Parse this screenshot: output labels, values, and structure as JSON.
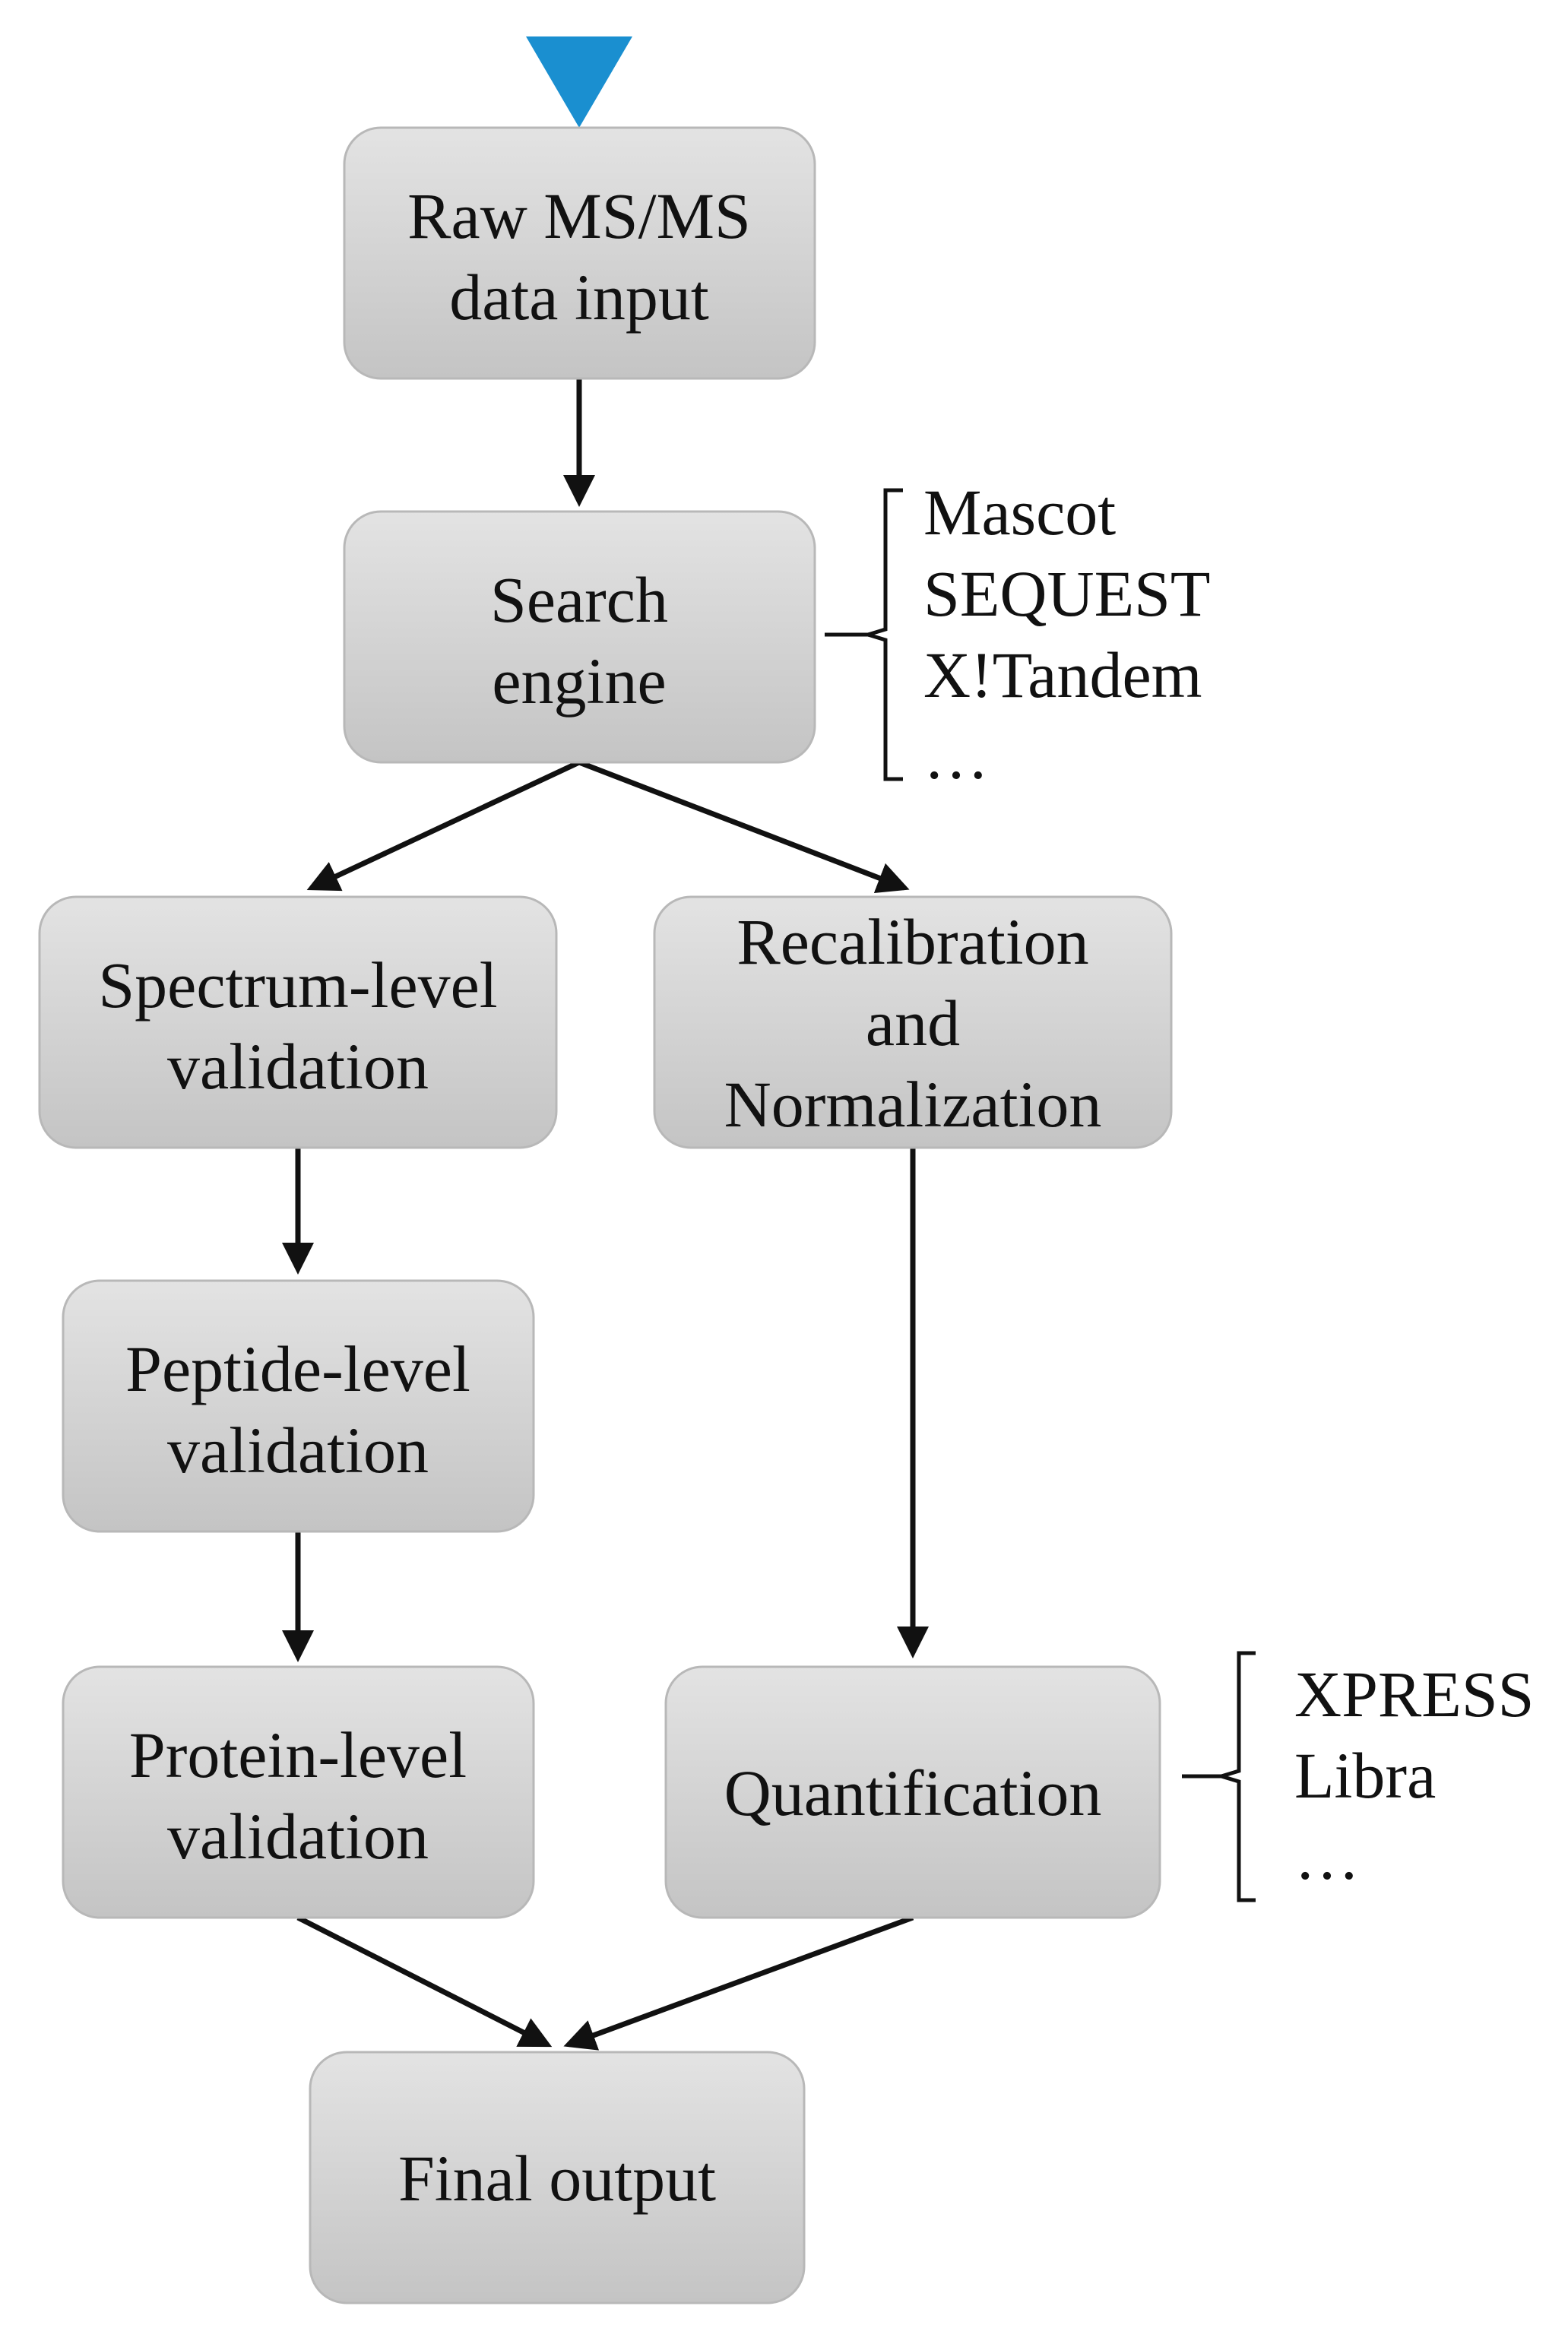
{
  "colors": {
    "start_marker": "#1a8fd0",
    "box_fill_top": "#e3e3e3",
    "box_fill_bottom": "#c4c4c4",
    "box_border": "#b8b8b8",
    "line": "#111111"
  },
  "nodes": {
    "raw_input": {
      "lines": [
        "Raw MS/MS",
        "data input"
      ]
    },
    "search_engine": {
      "lines": [
        "Search",
        "engine"
      ]
    },
    "spectrum_validation": {
      "lines": [
        "Spectrum-level",
        "validation"
      ]
    },
    "recalibration": {
      "lines": [
        "Recalibration",
        "and",
        "Normalization"
      ]
    },
    "peptide_validation": {
      "lines": [
        "Peptide-level",
        "validation"
      ]
    },
    "protein_validation": {
      "lines": [
        "Protein-level",
        "validation"
      ]
    },
    "quantification": {
      "lines": [
        "Quantification"
      ]
    },
    "final_output": {
      "lines": [
        "Final output"
      ]
    }
  },
  "annotations": {
    "search_engines": [
      "Mascot",
      "SEQUEST",
      "X!Tandem",
      "…"
    ],
    "quant_tools": [
      "XPRESS",
      "Libra",
      "…"
    ]
  }
}
